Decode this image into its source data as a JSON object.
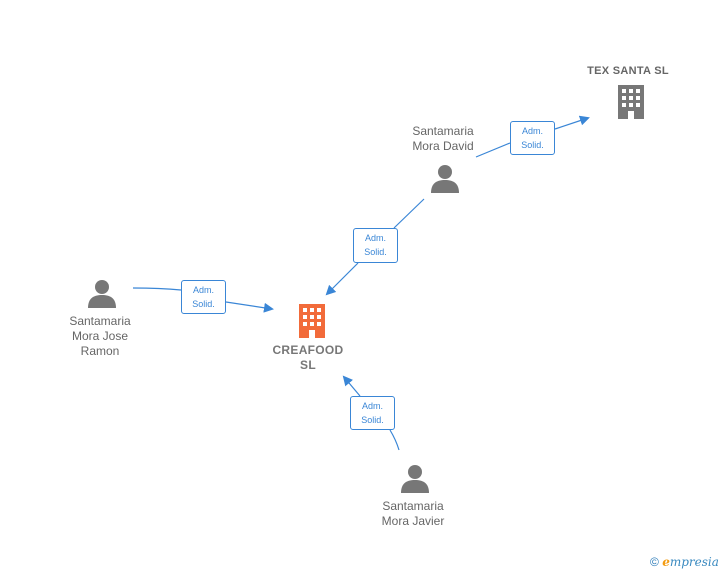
{
  "nodes": {
    "tex_santa": {
      "name": "TEX SANTA SL",
      "type": "company",
      "color": "#777777"
    },
    "creafood": {
      "name": "CREAFOOD\nSL",
      "type": "company",
      "color": "#f26b3a"
    },
    "david": {
      "name": "Santamaria\nMora David",
      "type": "person",
      "color": "#777777"
    },
    "jose_ramon": {
      "name": "Santamaria\nMora Jose\nRamon",
      "type": "person",
      "color": "#777777"
    },
    "javier": {
      "name": "Santamaria\nMora Javier",
      "type": "person",
      "color": "#777777"
    }
  },
  "edges": [
    {
      "from": "david",
      "to": "tex_santa",
      "label": "Adm.\nSolid."
    },
    {
      "from": "david",
      "to": "creafood",
      "label": "Adm.\nSolid."
    },
    {
      "from": "jose_ramon",
      "to": "creafood",
      "label": "Adm.\nSolid."
    },
    {
      "from": "javier",
      "to": "creafood",
      "label": "Adm.\nSolid."
    }
  ],
  "colors": {
    "edge": "#3a86d6",
    "focus_company": "#f26b3a",
    "company": "#777777",
    "person": "#777777"
  },
  "footer": {
    "copyright_symbol": "©",
    "brand_first": "e",
    "brand_rest": "mpresia"
  }
}
